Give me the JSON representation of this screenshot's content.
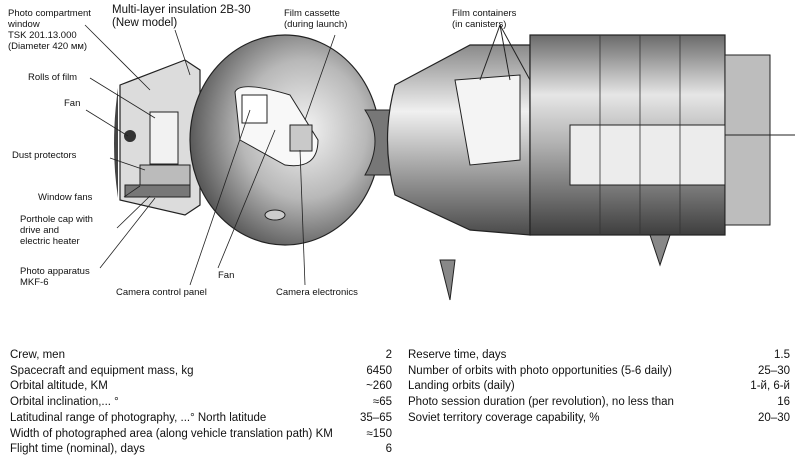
{
  "labels": {
    "photo_compartment": "Photo compartment\nwindow\nTSK 201.13.000\n(Diameter  420 мм)",
    "insulation": "Multi-layer insulation 2B-30\n(New model)",
    "film_cassette": "Film cassette\n(during launch)",
    "film_containers": "Film containers\n(in canisters)",
    "rolls_of_film": "Rolls of film",
    "fan_left": "Fan",
    "dust_protectors": "Dust protectors",
    "window_fans": "Window fans",
    "porthole_cap": "Porthole cap with\ndrive and\nelectric heater",
    "photo_apparatus": "Photo apparatus\nMKF-6",
    "camera_control_panel": "Camera control panel",
    "fan_bottom": "Fan",
    "camera_electronics": "Camera electronics"
  },
  "specs_left": [
    {
      "label": "Crew, men",
      "value": "2"
    },
    {
      "label": "Spacecraft and equipment mass, kg",
      "value": "6450"
    },
    {
      "label": "Orbital altitude, KM",
      "value": "~260"
    },
    {
      "label": "Orbital inclination,... °",
      "value": "≈65"
    },
    {
      "label": "Latitudinal range of photography, ...° North latitude",
      "value": "35–65"
    },
    {
      "label": "Width of photographed area (along vehicle translation path) KM",
      "value": "≈150"
    },
    {
      "label": "Flight time (nominal), days",
      "value": "6"
    }
  ],
  "specs_right": [
    {
      "label": "Reserve time, days",
      "value": "1.5"
    },
    {
      "label": "Number of orbits with photo opportunities (5-6 daily)",
      "value": "25–30"
    },
    {
      "label": "Landing orbits (daily)",
      "value": "1-й, 6-й"
    },
    {
      "label": "Photo session duration (per revolution), no less than",
      "value": "16"
    },
    {
      "label": "Soviet territory coverage capability, %",
      "value": "20–30"
    }
  ]
}
